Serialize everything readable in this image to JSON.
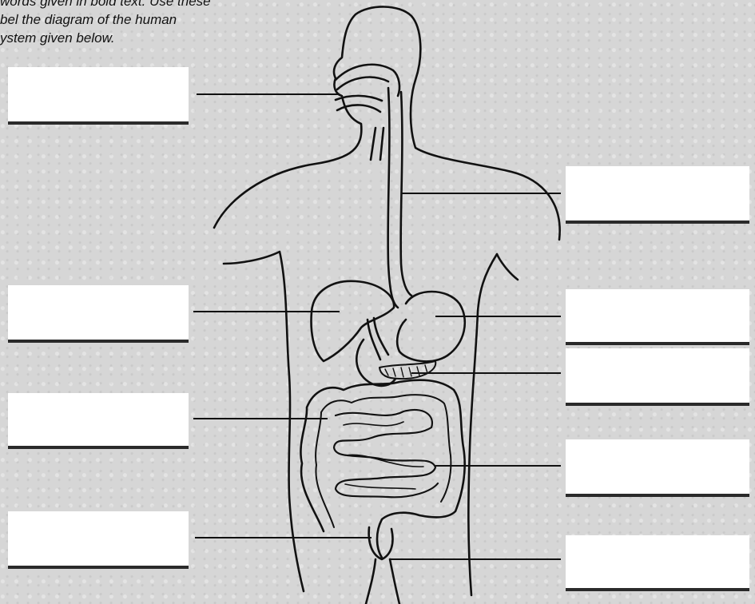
{
  "instructions": {
    "lines": [
      "words given in bold text. Use these",
      "bel the diagram of the human",
      "ystem given below."
    ]
  },
  "label_boxes": {
    "left": [
      "",
      "",
      "",
      ""
    ],
    "right": [
      "",
      "",
      "",
      "",
      ""
    ]
  },
  "colors": {
    "background": "#d6d6d6",
    "ink": "#111111",
    "box_fill": "#ffffff",
    "box_underline": "#2a2a2a"
  }
}
